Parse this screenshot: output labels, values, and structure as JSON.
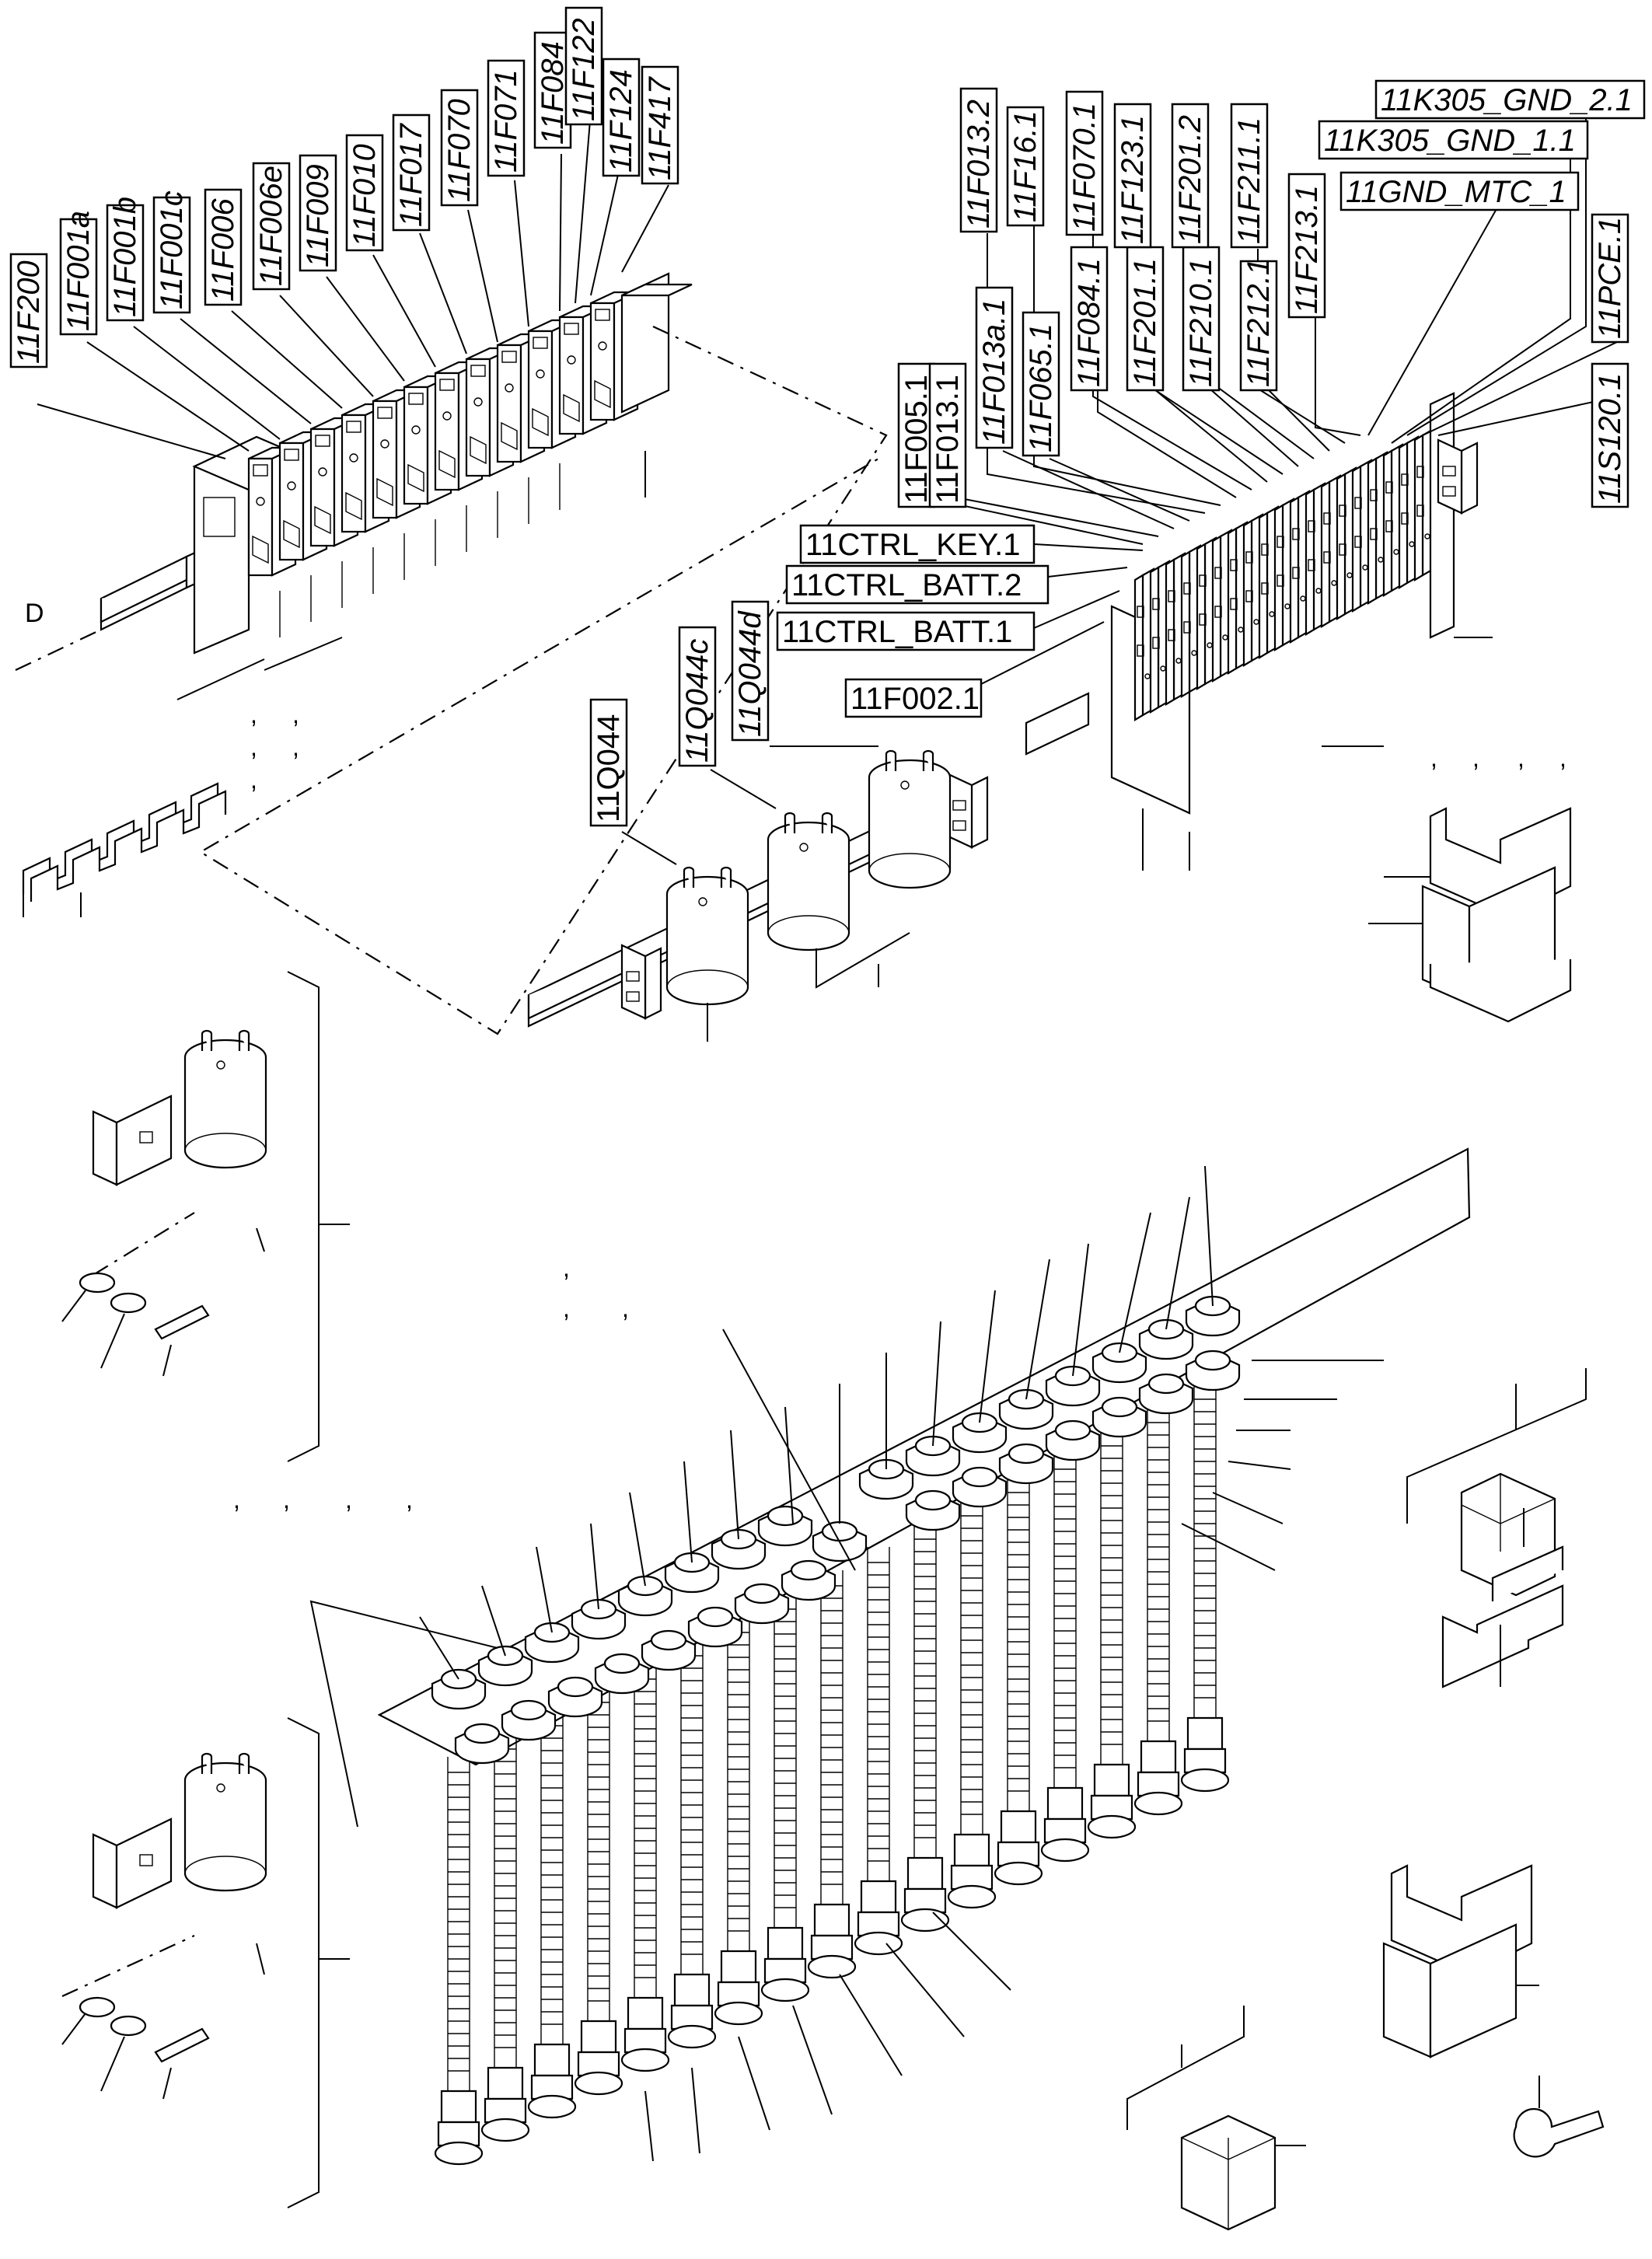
{
  "diagram": {
    "view_letter": "D",
    "breaker_labels": [
      "11F200",
      "11F001a",
      "11F001b",
      "11F001c",
      "11F006",
      "11F006e",
      "11F009",
      "11F010",
      "11F017",
      "11F070",
      "11F071",
      "11F084",
      "11F122",
      "11F124",
      "11F417"
    ],
    "terminal_labels_vertical": [
      "11F005.1",
      "11F013.1",
      "11F013a.1",
      "11F065.1",
      "11F013.2",
      "11F16.1",
      "11F084.1",
      "11F070.1",
      "11F201.1",
      "11F123.1",
      "11F210.1",
      "11F201.2",
      "11F212.1",
      "11F211.1",
      "11F213.1",
      "11S120.1",
      "11PCE.1"
    ],
    "terminal_labels_horizontal": [
      "11K305_GND_2.1",
      "11K305_GND_1.1",
      "11GND_MTC_1",
      "11CTRL_KEY.1",
      "11CTRL_BATT.2",
      "11CTRL_BATT.1",
      "11F002.1"
    ],
    "relay_labels": [
      "11Q044",
      "11Q044c",
      "11Q044d"
    ],
    "separators": [
      ","
    ]
  }
}
